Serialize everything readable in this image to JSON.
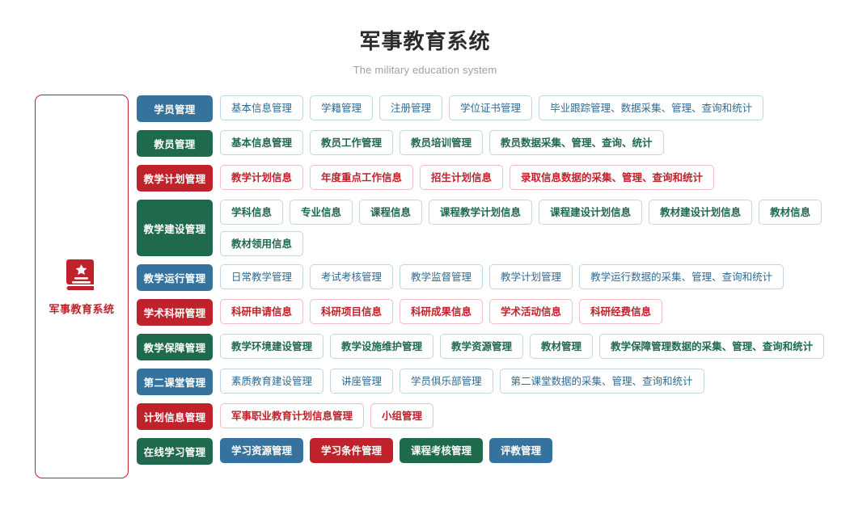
{
  "header": {
    "title": "军事教育系统",
    "subtitle": "The military education system"
  },
  "sidebar": {
    "icon": "book-star-icon",
    "label": "军事教育系统",
    "accent_color": "#c0222b"
  },
  "colors": {
    "blue": "#35739e",
    "green": "#1f6a4d",
    "red": "#c0222b",
    "title": "#2b2b2b",
    "subtitle": "#a0a0a0",
    "background": "#ffffff"
  },
  "tree": {
    "rows": [
      {
        "label": "学员管理",
        "color": "blue",
        "solid_children": false,
        "children": [
          "基本信息管理",
          "学籍管理",
          "注册管理",
          "学位证书管理",
          "毕业跟踪管理、数据采集、管理、查询和统计"
        ]
      },
      {
        "label": "教员管理",
        "color": "green",
        "solid_children": false,
        "children": [
          "基本信息管理",
          "教员工作管理",
          "教员培训管理",
          "教员数据采集、管理、查询、统计"
        ]
      },
      {
        "label": "教学计划管理",
        "color": "red",
        "solid_children": false,
        "children": [
          "教学计划信息",
          "年度重点工作信息",
          "招生计划信息",
          "录取信息数据的采集、管理、查询和统计"
        ]
      },
      {
        "label": "教学建设管理",
        "color": "green",
        "solid_children": false,
        "children": [
          "学科信息",
          "专业信息",
          "课程信息",
          "课程教学计划信息",
          "课程建设计划信息",
          "教材建设计划信息",
          "教材信息",
          "教材领用信息"
        ]
      },
      {
        "label": "教学运行管理",
        "color": "blue",
        "solid_children": false,
        "children": [
          "日常教学管理",
          "考试考核管理",
          "教学监督管理",
          "教学计划管理",
          "教学运行数据的采集、管理、查询和统计"
        ]
      },
      {
        "label": "学术科研管理",
        "color": "red",
        "solid_children": false,
        "children": [
          "科研申请信息",
          "科研项目信息",
          "科研成果信息",
          "学术活动信息",
          "科研经费信息"
        ]
      },
      {
        "label": "教学保障管理",
        "color": "green",
        "solid_children": false,
        "children": [
          "教学环境建设管理",
          "教学设施维护管理",
          "教学资源管理",
          "教材管理",
          "教学保障管理数据的采集、管理、查询和统计"
        ]
      },
      {
        "label": "第二课堂管理",
        "color": "blue",
        "solid_children": false,
        "children": [
          "素质教育建设管理",
          "讲座管理",
          "学员俱乐部管理",
          "第二课堂数据的采集、管理、查询和统计"
        ]
      },
      {
        "label": "计划信息管理",
        "color": "red",
        "solid_children": false,
        "children": [
          "军事职业教育计划信息管理",
          "小组管理"
        ]
      },
      {
        "label": "在线学习管理",
        "color": "green",
        "solid_children": true,
        "children": [
          {
            "text": "学习资源管理",
            "color": "blue"
          },
          {
            "text": "学习条件管理",
            "color": "red"
          },
          {
            "text": "课程考核管理",
            "color": "green"
          },
          {
            "text": "评教管理",
            "color": "blue"
          }
        ]
      }
    ]
  }
}
